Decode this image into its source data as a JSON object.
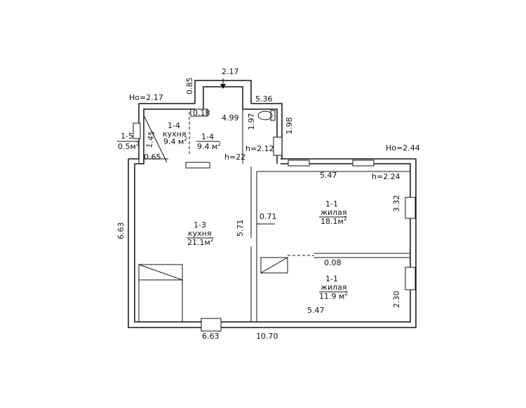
{
  "heights": {
    "ho_left": "Ho=2.17",
    "ho_right": "Ho=2.44",
    "h_hall": "h=2.12",
    "h_room": "h=2.24",
    "h_bottom": "h=22"
  },
  "rooms": [
    {
      "id": "1-5",
      "name": "",
      "area": "0.5м",
      "sup": "2"
    },
    {
      "id": "1-4",
      "name": "кухня",
      "area": "9.4 м",
      "sup": "2"
    },
    {
      "id": "1-4",
      "name": "",
      "area": "9.4 м",
      "sup": "2"
    },
    {
      "id": "1-3",
      "name": "кухня",
      "area": "21.1м",
      "sup": "2"
    },
    {
      "id": "1-1",
      "name": "жилая",
      "area": "18.1м",
      "sup": "2"
    },
    {
      "id": "1-1",
      "name": "жилая",
      "area": "11.9 м",
      "sup": "2"
    }
  ],
  "dimensions": {
    "top_217": "2.17",
    "d085": "0.85",
    "d536": "5.36",
    "d018": "0.18",
    "d499": "4.99",
    "d197": "1.97",
    "d198": "1.98",
    "d145": "1.45",
    "d065": "0.65",
    "d547_top": "5.47",
    "d332": "3.32",
    "d071": "0.71",
    "d571": "5.71",
    "d663_left": "6.63",
    "d008": "0.08",
    "d230": "2.30",
    "d547_bottom": "5.47",
    "d663_bottom": "6.63",
    "d1070": "10.70"
  }
}
